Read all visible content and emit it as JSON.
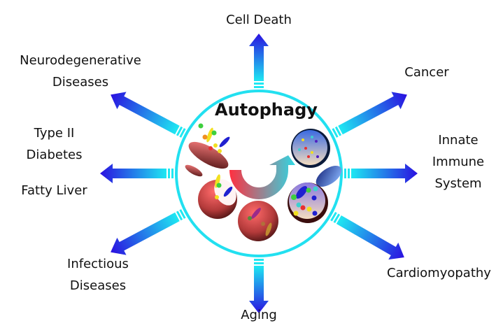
{
  "diagram": {
    "title": "Autophagy",
    "center_label": "Autophagy",
    "colors": {
      "ring": "#22e0f0",
      "arrow_start": "#1ee8f2",
      "arrow_end": "#2a10e0",
      "curved_arrow_start": "#ff3040",
      "curved_arrow_end": "#2ed8e4"
    },
    "outcomes": [
      {
        "id": "cell-death",
        "direction": "up",
        "lines": [
          "Cell Death"
        ]
      },
      {
        "id": "cancer",
        "direction": "up-right",
        "lines": [
          "Cancer"
        ]
      },
      {
        "id": "innate-immune-system",
        "direction": "right",
        "lines": [
          "Innate",
          "Immune",
          "System"
        ]
      },
      {
        "id": "cardiomyopathy",
        "direction": "down-right",
        "lines": [
          "Cardiomyopathy"
        ]
      },
      {
        "id": "aging",
        "direction": "down",
        "lines": [
          "Aging"
        ]
      },
      {
        "id": "infectious-diseases",
        "direction": "down-left",
        "lines": [
          "Infectious",
          "Diseases"
        ]
      },
      {
        "id": "type-ii-diabetes-fatty-liver",
        "direction": "left",
        "lines": [
          "Type II",
          "Diabetes",
          "",
          "Fatty Liver"
        ]
      },
      {
        "id": "neurodegenerative-diseases",
        "direction": "up-left",
        "lines": [
          "Neurodegenerative",
          "Diseases"
        ]
      }
    ]
  }
}
